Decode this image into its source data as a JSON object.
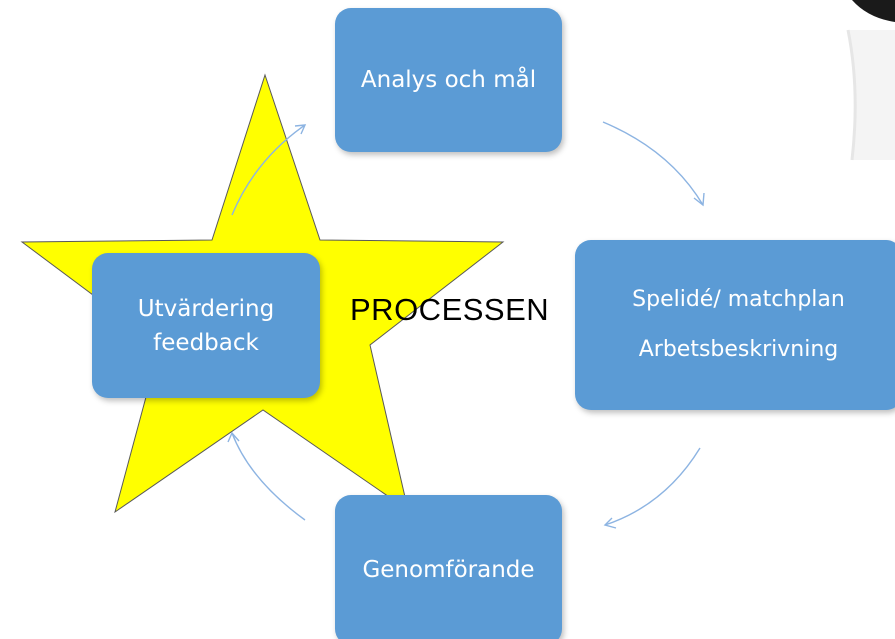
{
  "diagram": {
    "center_label": "PROCESSEN",
    "steps": [
      {
        "lines": [
          "Analys och mål"
        ]
      },
      {
        "lines": [
          "Spelidé/ matchplan",
          "Arbetsbeskrivning"
        ]
      },
      {
        "lines": [
          "Genomförande"
        ]
      },
      {
        "lines": [
          "Utvärdering",
          "feedback"
        ]
      }
    ],
    "colors": {
      "box_fill": "#5b9bd5",
      "box_text": "#ffffff",
      "star_fill": "#ffff00",
      "star_outline": "#595959",
      "arrow": "#8db4e2",
      "center_text": "#000000"
    },
    "flow": "clockwise"
  }
}
